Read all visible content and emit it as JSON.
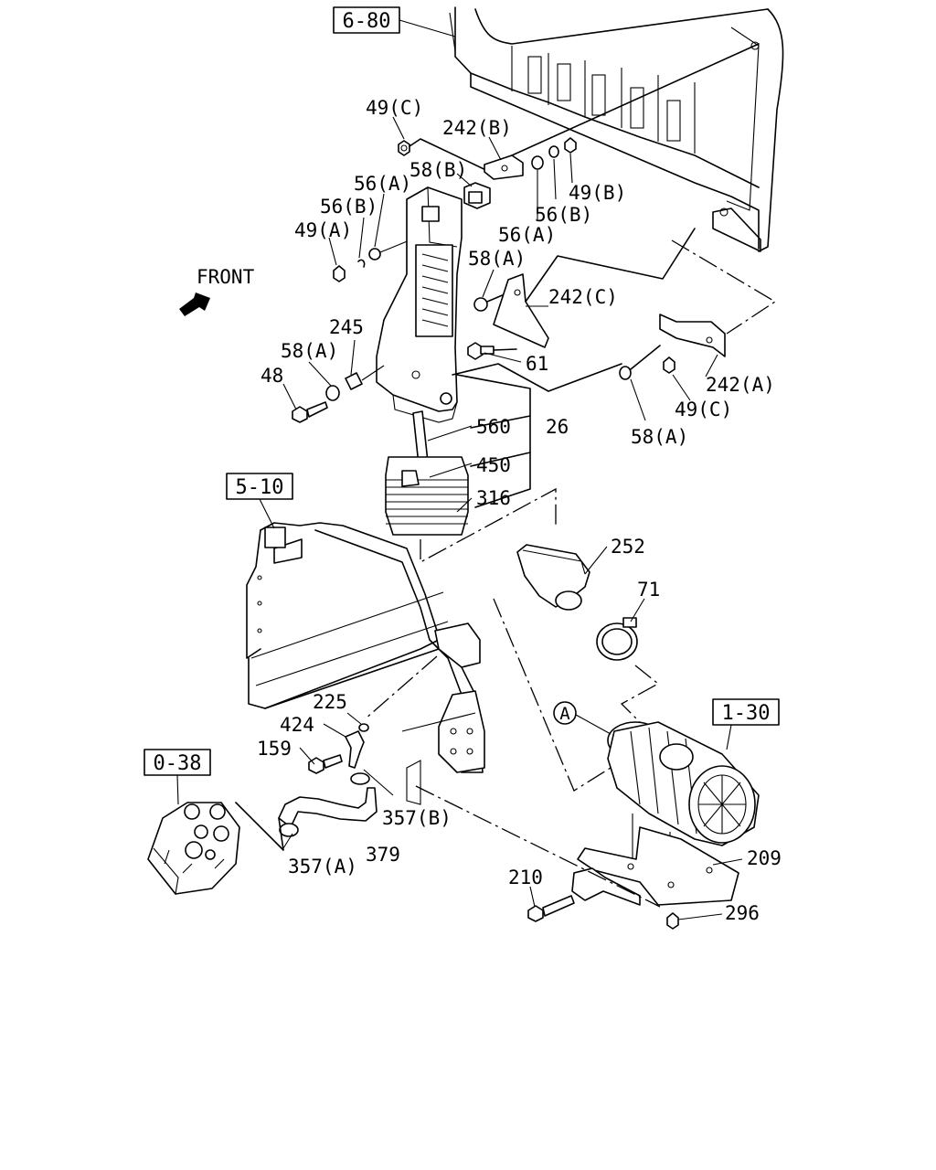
{
  "refs": {
    "r680": "6-80",
    "r510": "5-10",
    "r038": "0-38",
    "r130": "1-30"
  },
  "front_label": "FRONT",
  "callout_a": "A",
  "labels": {
    "l49c_top": "49(C)",
    "l242b": "242(B)",
    "l58b": "58(B)",
    "l56a_left": "56(A)",
    "l56b_left": "56(B)",
    "l49a": "49(A)",
    "l49b": "49(B)",
    "l56b_right": "56(B)",
    "l56a_right": "56(A)",
    "l58a_mid": "58(A)",
    "l242c": "242(C)",
    "l245": "245",
    "l58a_left": "58(A)",
    "l48": "48",
    "l61": "61",
    "l242a": "242(A)",
    "l49c_right": "49(C)",
    "l58a_right": "58(A)",
    "l560": "560",
    "l26": "26",
    "l450": "450",
    "l316": "316",
    "l252": "252",
    "l71": "71",
    "l225": "225",
    "l424": "424",
    "l159": "159",
    "l357b": "357(B)",
    "l379": "379",
    "l357a": "357(A)",
    "l210": "210",
    "l209": "209",
    "l296": "296"
  }
}
